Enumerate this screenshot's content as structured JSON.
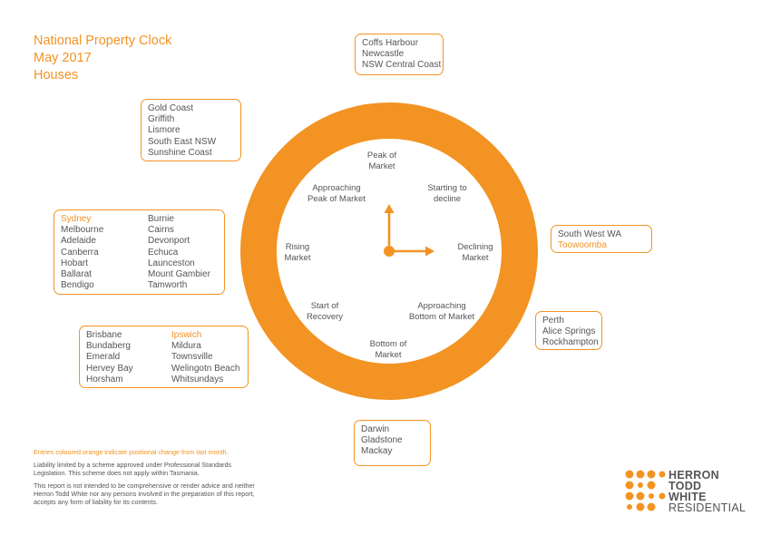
{
  "title": {
    "line1": "National Property Clock",
    "line2": "May 2017",
    "line3": "Houses"
  },
  "colors": {
    "accent": "#f39323",
    "text": "#555555",
    "ring": "#f39323"
  },
  "phases": {
    "peak": [
      "Peak of",
      "Market"
    ],
    "starting": [
      "Starting to",
      "decline"
    ],
    "declining": [
      "Declining",
      "Market"
    ],
    "approaching_bottom": [
      "Approaching",
      "Bottom of Market"
    ],
    "bottom": [
      "Bottom of",
      "Market"
    ],
    "start_recovery": [
      "Start of",
      "Recovery"
    ],
    "rising": [
      "Rising",
      "Market"
    ],
    "approaching_peak": [
      "Approaching",
      "Peak of Market"
    ]
  },
  "boxes": {
    "top": {
      "col1": [
        "Coffs Harbour",
        "Newcastle",
        "NSW Central Coast"
      ],
      "highlight": []
    },
    "upper_left": {
      "col1": [
        "Gold Coast",
        "Griffith",
        "Lismore",
        "South East NSW",
        "Sunshine Coast"
      ]
    },
    "left": {
      "col1": [
        "Sydney",
        "Melbourne",
        "Adelaide",
        "Canberra",
        "Hobart",
        "Ballarat",
        "Bendigo"
      ],
      "col2": [
        "Burnie",
        "Cairns",
        "Devonport",
        "Echuca",
        "Launceston",
        "Mount Gambier",
        "Tamworth"
      ]
    },
    "lower_left": {
      "col1": [
        "Brisbane",
        "Bundaberg",
        "Emerald",
        "Hervey Bay",
        "Horsham"
      ],
      "col2": [
        "Ipswich",
        "Mildura",
        "Townsville",
        "Welingotn Beach",
        "Whitsundays"
      ]
    },
    "bottom": {
      "col1": [
        "Darwin",
        "Gladstone",
        "Mackay"
      ]
    },
    "right": {
      "col1": [
        "South West WA",
        "Toowoomba"
      ]
    },
    "lower_right": {
      "col1": [
        "Perth",
        "Alice Springs",
        "Rockhampton"
      ]
    }
  },
  "highlighted_entries": [
    "Sydney",
    "Ipswich",
    "Toowoomba"
  ],
  "footer": {
    "legend": "Entries coloured orange indicate positional change from last month.",
    "liability1": "Liability limited by a scheme approved under Professional Standards",
    "liability2": "Legislation. This scheme does not apply within Tasmania.",
    "disclaimer1": "This report is not intended to be comprehensive or render advice and neither",
    "disclaimer2": "Herron Todd White nor any persons involved in the preparation of this report,",
    "disclaimer3": "accepts any form of liability for its contents."
  },
  "logo": {
    "line1": "HERRON",
    "line2": "TODD",
    "line3": "WHITE",
    "line4": "RESIDENTIAL"
  }
}
